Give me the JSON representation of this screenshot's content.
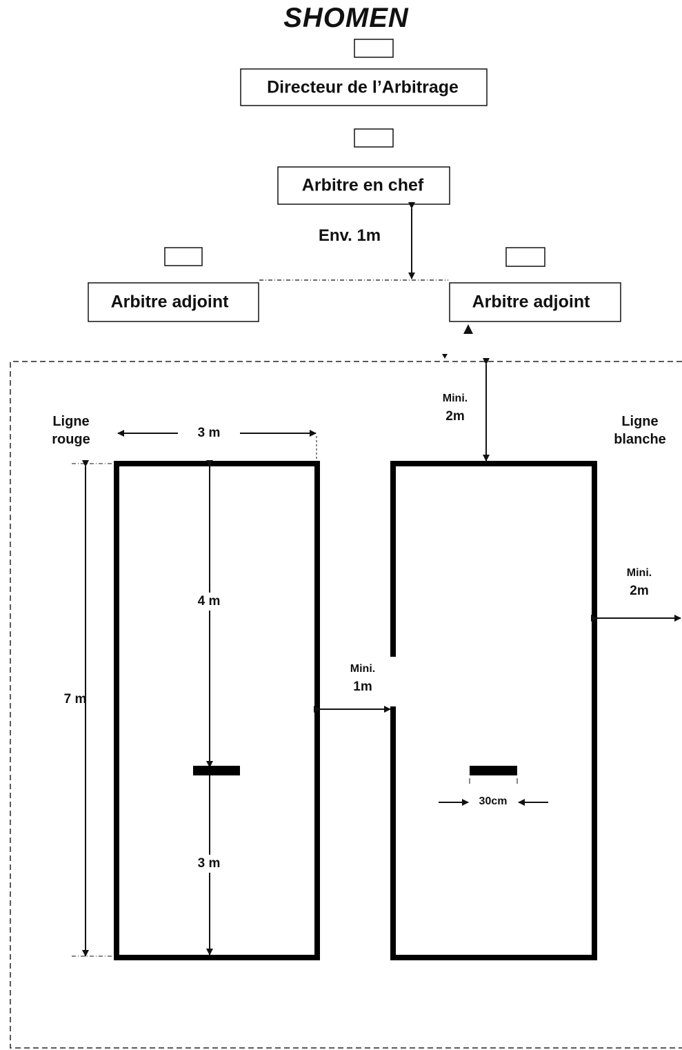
{
  "title": "SHOMEN",
  "officials": {
    "director": "Directeur de l’Arbitrage",
    "chief": "Arbitre en chef",
    "assistant_left": "Arbitre adjoint",
    "assistant_right": "Arbitre adjoint"
  },
  "spacing_label": "Env. 1m",
  "lines": {
    "red_line": [
      "Ligne",
      "rouge"
    ],
    "white_line": [
      "Ligne",
      "blanche"
    ]
  },
  "dimensions": {
    "width": "3 m",
    "length": "7 m",
    "to_start_line": "4 m",
    "from_start_line": "3 m",
    "mark_width": "30cm"
  },
  "minimums": {
    "top": [
      "Mini.",
      "2m"
    ],
    "side": [
      "Mini.",
      "2m"
    ],
    "between": [
      "Mini.",
      "1m"
    ]
  }
}
